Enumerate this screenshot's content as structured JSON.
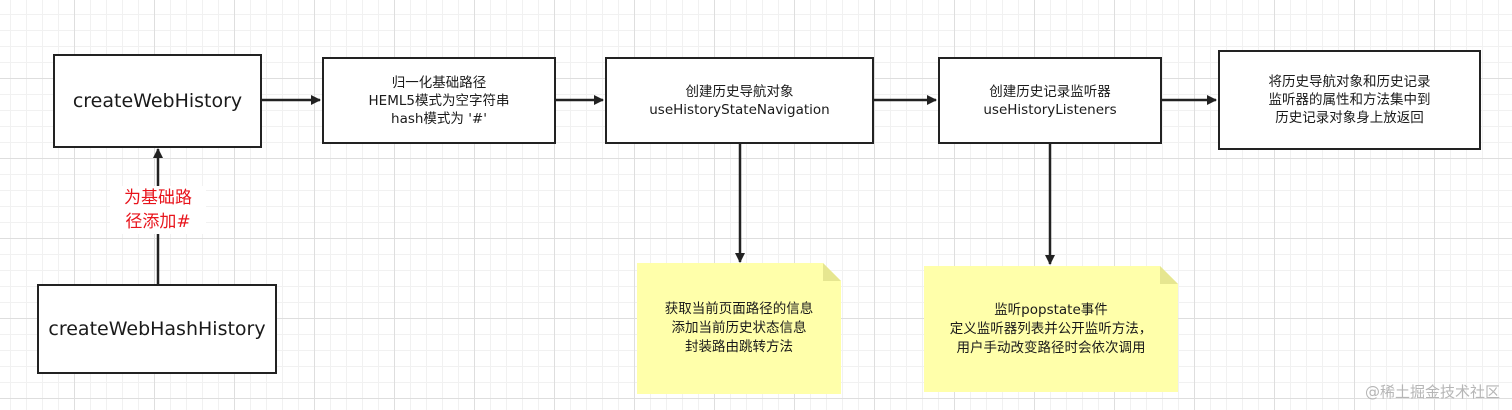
{
  "nodes": {
    "create_web_history": {
      "lines": [
        "createWebHistory"
      ]
    },
    "create_web_hash_history": {
      "lines": [
        "createWebHashHistory"
      ]
    },
    "normalize_base": {
      "lines": [
        "归一化基础路径",
        "HEML5模式为空字符串",
        "hash模式为 '#'"
      ]
    },
    "create_navigation": {
      "lines": [
        "创建历史导航对象",
        "useHistoryStateNavigation"
      ]
    },
    "create_listeners": {
      "lines": [
        "创建历史记录监听器",
        "useHistoryListeners"
      ]
    },
    "merge_return": {
      "lines": [
        "将历史导航对象和历史记录",
        "监听器的属性和方法集中到",
        "历史记录对象身上放返回"
      ]
    }
  },
  "notes": {
    "navigation_note": {
      "lines": [
        "获取当前页面路径的信息",
        "添加当前历史状态信息",
        "封装路由跳转方法"
      ]
    },
    "listeners_note": {
      "lines": [
        "监听popstate事件",
        "定义监听器列表并公开监听方法，",
        "用户手动改变路径时会依次调用"
      ]
    }
  },
  "edge_label": {
    "lines": [
      "为基础路",
      "径添加#"
    ]
  },
  "colors": {
    "note_fill": "#ffffaa",
    "note_fold": "#e6e690",
    "label_red": "#e8141c",
    "stroke": "#222222"
  },
  "watermark": "@稀土掘金技术社区"
}
